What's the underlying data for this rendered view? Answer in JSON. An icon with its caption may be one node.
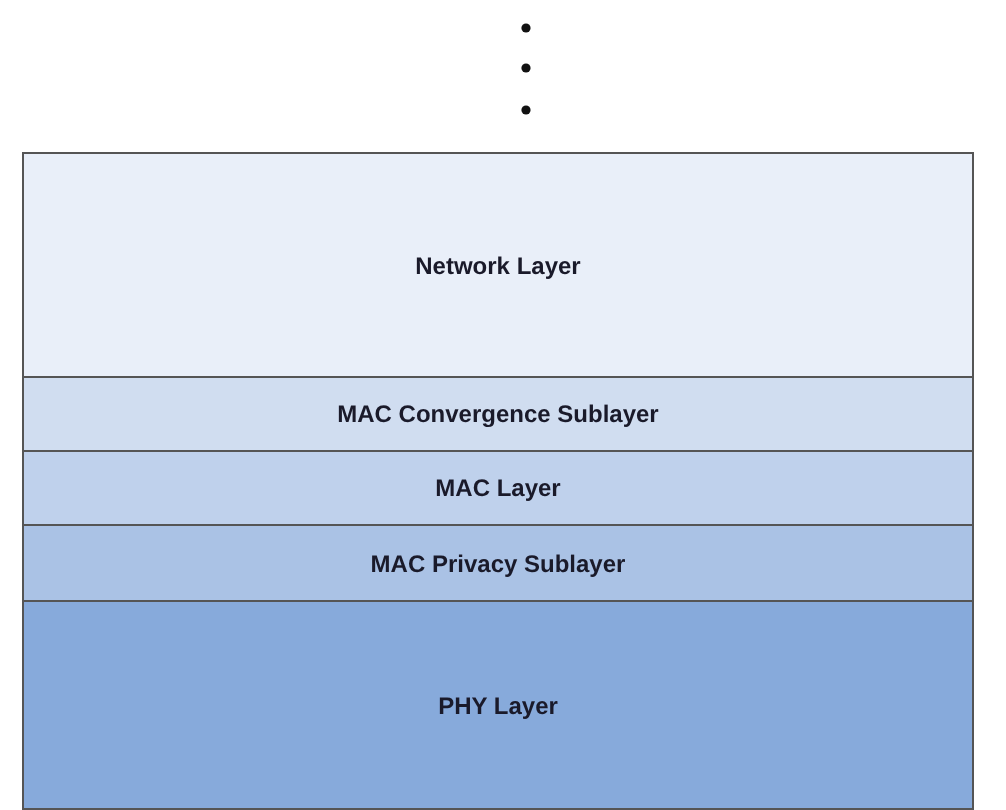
{
  "diagram": {
    "nodes": [
      {
        "text": [
          "Network Layer"
        ]
      },
      {
        "text": [
          "MAC Convergence Sublayer"
        ]
      },
      {
        "text": [
          "MAC Layer"
        ]
      },
      {
        "text": [
          "MAC Privacy Sublayer"
        ]
      },
      {
        "text": [
          "PHY Layer"
        ]
      }
    ]
  }
}
